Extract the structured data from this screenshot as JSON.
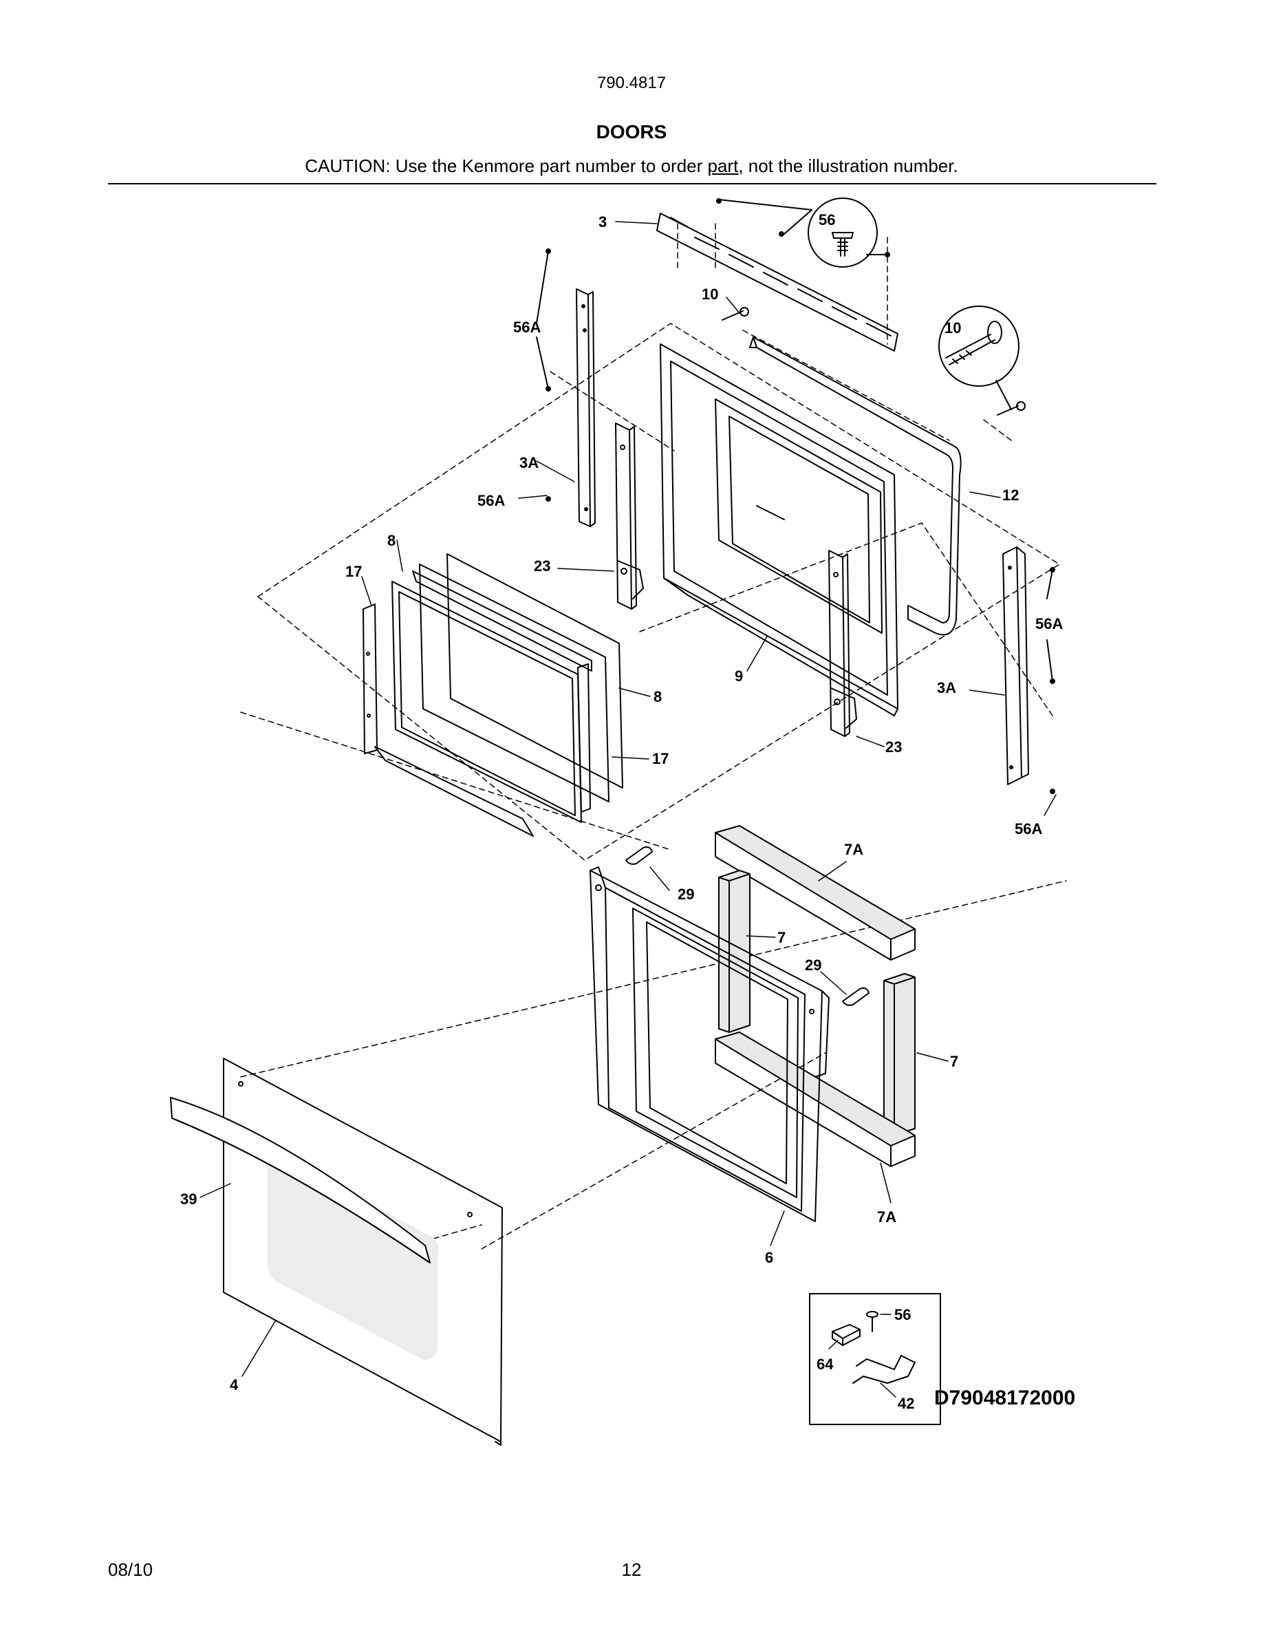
{
  "header": {
    "model_number": "790.4817",
    "section_title": "DOORS",
    "caution_prefix": "CAUTION: Use the Kenmore part number to order ",
    "caution_link": "part",
    "caution_suffix": ", not the illustration number."
  },
  "diagram": {
    "callouts": [
      "3",
      "56",
      "10",
      "56A",
      "10",
      "3A",
      "56A",
      "12",
      "8",
      "17",
      "23",
      "56A",
      "9",
      "8",
      "3A",
      "23",
      "17",
      "56A",
      "7A",
      "29",
      "7",
      "29",
      "7",
      "39",
      "7A",
      "6",
      "4",
      "56",
      "64",
      "42"
    ],
    "drawing_code": "D79048172000"
  },
  "footer": {
    "date": "08/10",
    "page": "12"
  }
}
